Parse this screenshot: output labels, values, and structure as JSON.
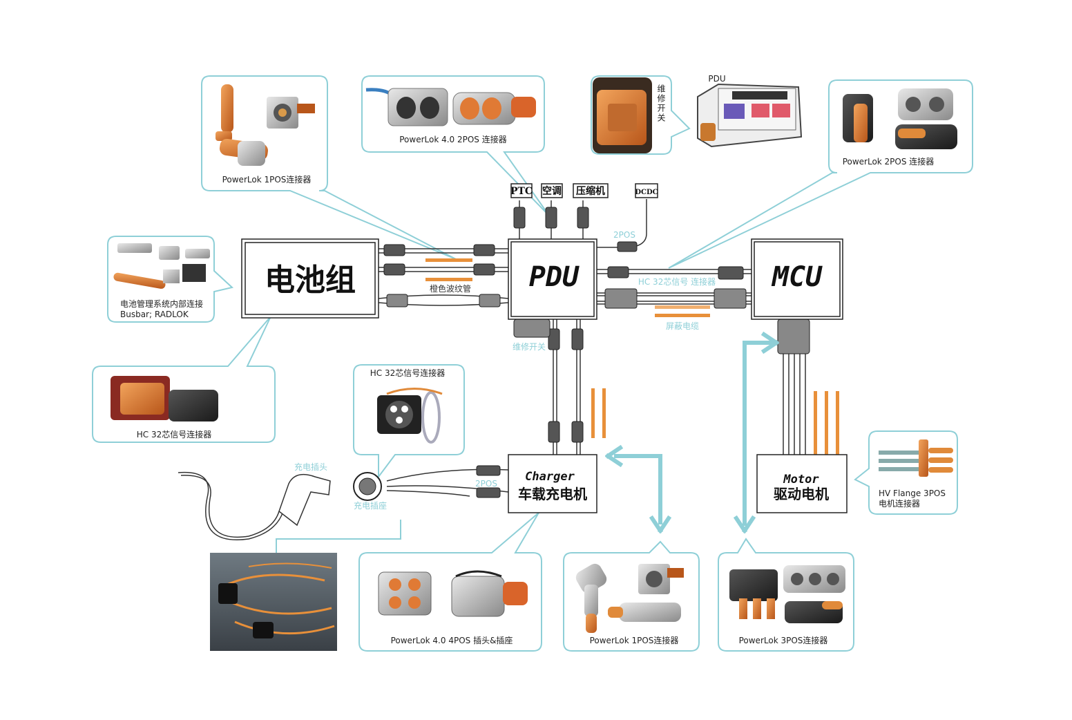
{
  "nodes": {
    "battery": "电池组",
    "pdu": "PDU",
    "mcu": "MCU",
    "charger_en": "Charger",
    "charger_cn": "车载充电机",
    "motor_en": "Motor",
    "motor_cn": "驱动电机"
  },
  "loads": {
    "ptc": "PTC",
    "ac": "空调",
    "compressor": "压缩机",
    "dcdc": "DCDC"
  },
  "annotations": {
    "pos2_top": "2POS",
    "pos2_charger": "2POS",
    "corrugated": "橙色波纹管",
    "hc32_link": "HC 32芯信号 连接器",
    "shielded": "屏蔽电缆",
    "service_switch_below_pdu": "维修开关",
    "charge_plug": "充电插头",
    "charge_socket": "充电插座"
  },
  "callouts": {
    "powerlok_1pos_top": "PowerLok  1POS连接器",
    "powerlok40_2pos": "PowerLok  4.0  2POS 连接器",
    "pdu_photo_title": "PDU",
    "service_switch_vertical": "维修开关",
    "powerlok_2pos_right": "PowerLok 2POS 连接器",
    "bms_line1": "电池管理系统内部连接",
    "bms_line2": "Busbar; RADLOK",
    "hc32_left": "HC 32芯信号连接器",
    "hc32_mid": "HC 32芯信号连接器",
    "hv_flange_line1": "HV Flange 3POS",
    "hv_flange_line2": "电机连接器",
    "powerlok40_4pos": "PowerLok 4.0 4POS 插头&插座",
    "powerlok_1pos_bottom": "PowerLok 1POS连接器",
    "powerlok_3pos": "PowerLok 3POS连接器"
  },
  "colors": {
    "callout_border": "#8ecfd7",
    "arrow": "#8ecfd7",
    "orange_bar": "#e8903a",
    "cable": "#333333"
  }
}
